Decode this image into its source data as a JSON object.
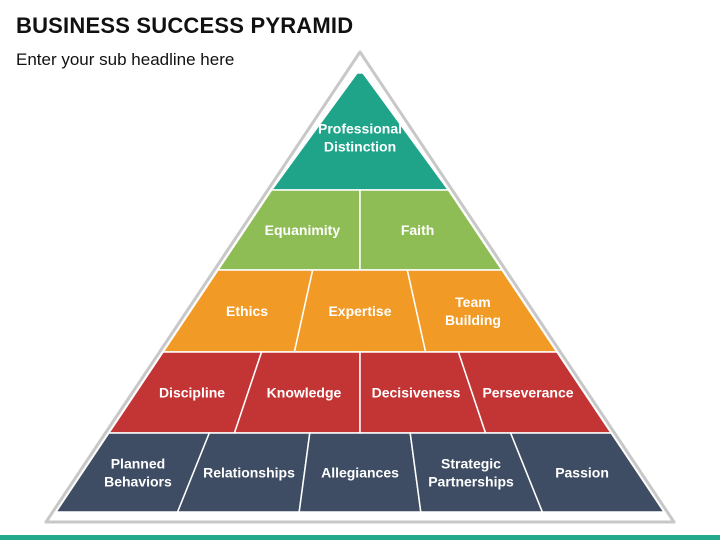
{
  "header": {
    "title": "BUSINESS SUCCESS PYRAMID",
    "subtitle": "Enter your sub headline here"
  },
  "colors": {
    "outline": "#c8c8c8",
    "divider": "#ffffff",
    "bottom_bar": "#23a98b"
  },
  "pyramid": {
    "tiers": [
      {
        "color": "#1fa48a",
        "blocks": [
          {
            "label": "Professional\nDistinction"
          }
        ]
      },
      {
        "color": "#8fbd55",
        "blocks": [
          {
            "label": "Equanimity"
          },
          {
            "label": "Faith"
          }
        ]
      },
      {
        "color": "#f19a26",
        "blocks": [
          {
            "label": "Ethics"
          },
          {
            "label": "Expertise"
          },
          {
            "label": "Team\nBuilding"
          }
        ]
      },
      {
        "color": "#c33535",
        "blocks": [
          {
            "label": "Discipline"
          },
          {
            "label": "Knowledge"
          },
          {
            "label": "Decisiveness"
          },
          {
            "label": "Perseverance"
          }
        ]
      },
      {
        "color": "#3e4d63",
        "blocks": [
          {
            "label": "Planned\nBehaviors"
          },
          {
            "label": "Relationships"
          },
          {
            "label": "Allegiances"
          },
          {
            "label": "Strategic\nPartnerships"
          },
          {
            "label": "Passion"
          }
        ]
      }
    ]
  }
}
